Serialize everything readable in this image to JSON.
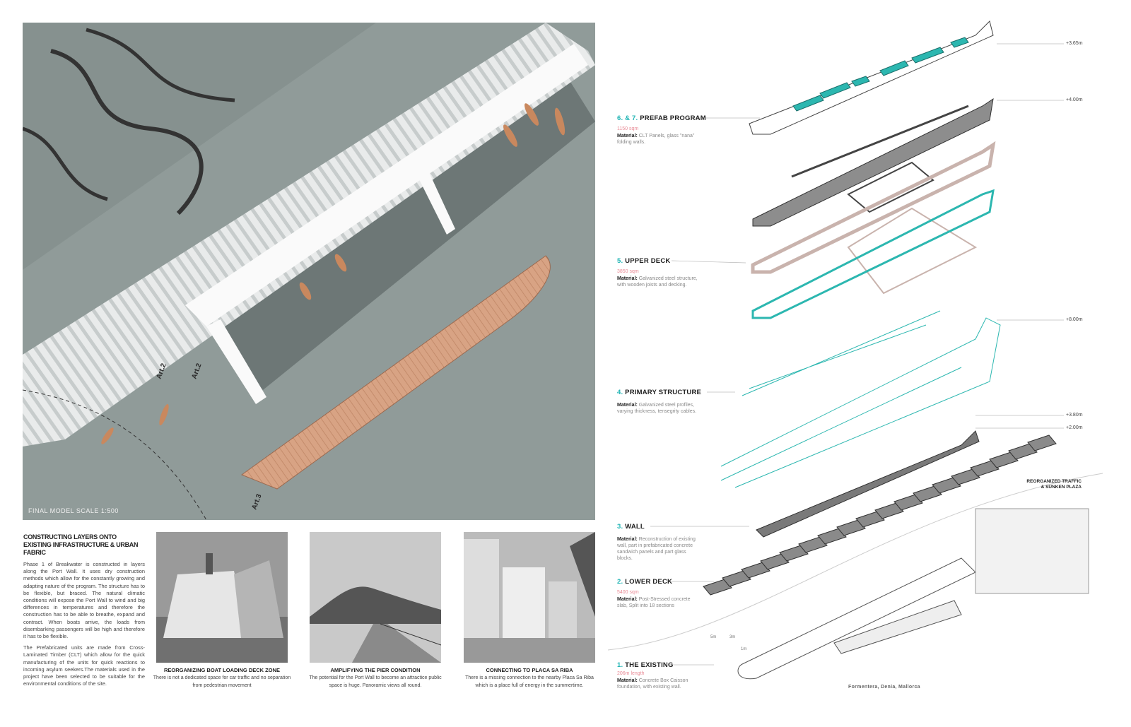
{
  "model": {
    "caption": "FINAL MODEL SCALE 1:500",
    "marker_labels": [
      "Art.2",
      "Art.3",
      "Art.2"
    ]
  },
  "intro": {
    "title": "CONSTRUCTING LAYERS ONTO EXISTING INFRASTRUCTURE & URBAN FABRIC",
    "paragraphs": [
      "Phase 1 of Breakwater is constructed in layers along the Port Wall. It uses dry construction methods which allow for the constantly growing and adapting nature of the program. The structure has to be flexible, but braced. The natural climatic conditions will expose the Port Wall to wind and big differences in temperatures and therefore the construction has to be able to breathe, expand and contract. When boats arrive, the loads from disembarking passengers will be high and therefore it has to be flexible.",
      "The Prefabricated units are made from Cross-Laminated Timber (CLT) which allow for the quick manufacturing of the units for quick reactions to incoming asylum seekers.The materials used in the project have been selected to be suitable for the environmental conditions of the site."
    ]
  },
  "photos": [
    {
      "title": "REORGANIZING BOAT LOADING DECK ZONE",
      "text": "There is not a dedicated space for car traffic and no separation from pedestrian movement"
    },
    {
      "title": "AMPLIFYING THE PIER CONDITION",
      "text": "The potential for the Port Wall to become an attractice public space is huge. Panoramic views all round."
    },
    {
      "title": "CONNECTING TO PLACA SA RIBA",
      "text": "There is a missing connection to the nearby Placa Sa Riba which is a place full of energy in the summertime."
    }
  ],
  "layers": [
    {
      "num": "6. & 7.",
      "name": "PREFAB PROGRAM",
      "area": "1150 sqm",
      "material_label": "Material:",
      "material": "CLT Panels, glass \"nana\" folding walls."
    },
    {
      "num": "5.",
      "name": "UPPER DECK",
      "area": "3850 sqm",
      "material_label": "Material:",
      "material": "Galvanized steel structure, with wooden joists and decking."
    },
    {
      "num": "4.",
      "name": "PRIMARY STRUCTURE",
      "area": "",
      "material_label": "Material:",
      "material": "Galvanized steel profiles, varying thickness, tensegrity cables."
    },
    {
      "num": "3.",
      "name": "WALL",
      "area": "",
      "material_label": "Material:",
      "material": "Reconstruction of existing wall, part in prefabricated concrete sandwich panels and part glass blocks."
    },
    {
      "num": "2.",
      "name": "LOWER DECK",
      "area": "5400 sqm",
      "material_label": "Material:",
      "material": "Post-Stressed concrete slab, Split into 18 sections"
    },
    {
      "num": "1.",
      "name": "THE EXISTING",
      "area": "206m length",
      "material_label": "Material:",
      "material": "Concrete Box Caisson foundation, with existing wall."
    }
  ],
  "elevations": [
    "+3.65m",
    "+4.00m",
    "+8.00m",
    "+3.80m",
    "+2.00m"
  ],
  "callout": "REORGANIZED TRAFFIC & SUNKEN PLAZA",
  "depths": [
    "5m",
    "3m",
    "1m"
  ],
  "place": "Formentera, Denia, Mallorca",
  "colors": {
    "accent": "#22b5b5",
    "area": "#e98b96",
    "deck": "#c9b3ad",
    "hull": "#d9a27f"
  }
}
